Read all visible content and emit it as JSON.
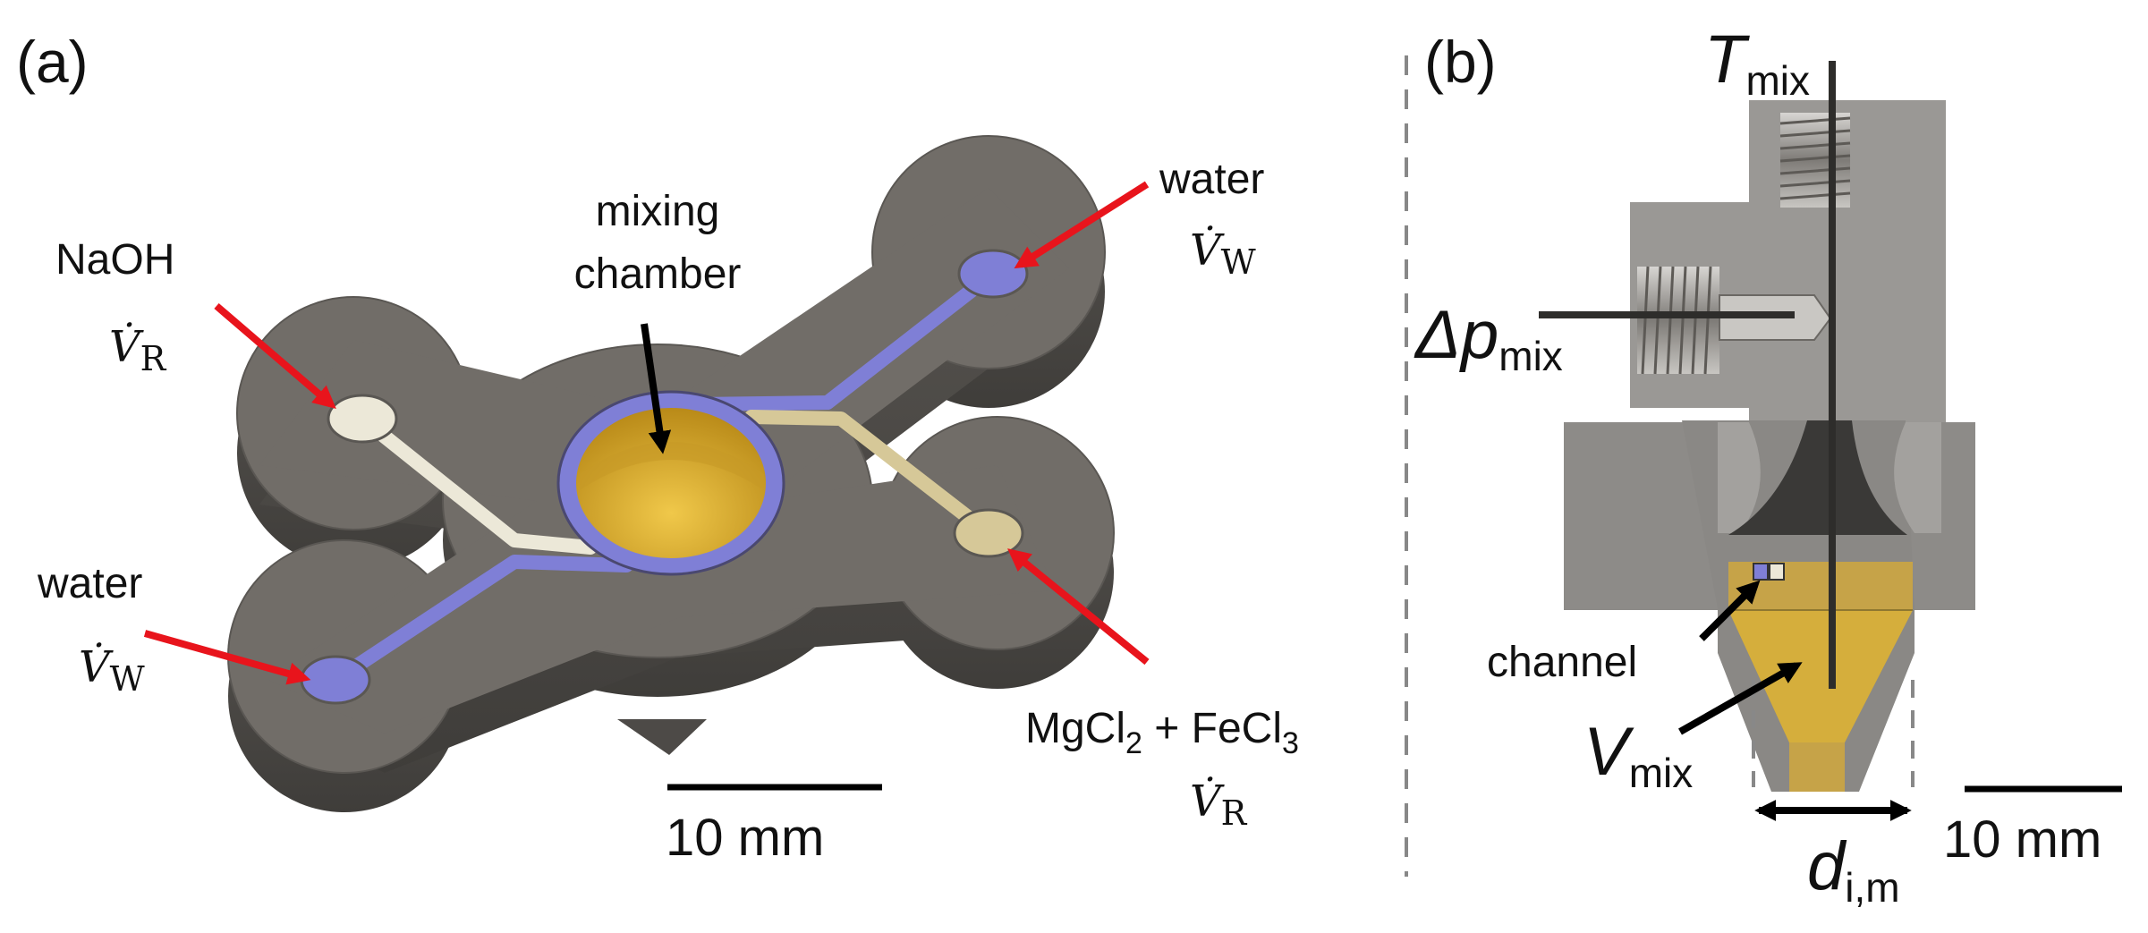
{
  "panel_a": {
    "label": "(a)",
    "labels": {
      "naoh": "NaOH",
      "naoh_flow": "V̇",
      "naoh_flow_sub": "R",
      "water_left": "water",
      "water_left_flow": "V̇",
      "water_left_flow_sub": "W",
      "water_top": "water",
      "water_top_flow": "V̇",
      "water_top_flow_sub": "W",
      "mixing_chamber_line1": "mixing",
      "mixing_chamber_line2": "chamber",
      "salts_mg": "MgCl",
      "salts_sub1": "2",
      "salts_fe": " + FeCl",
      "salts_sub2": "3",
      "salts_flow": "V̇",
      "salts_flow_sub": "R"
    },
    "scale_bar": "10 mm"
  },
  "panel_b": {
    "label": "(b)",
    "labels": {
      "t_mix": "T",
      "t_mix_sub": "mix",
      "dp_mix": "Δp",
      "dp_mix_sub": "mix",
      "channel": "channel",
      "v_mix": "V",
      "v_mix_sub": "mix",
      "d_im": "d",
      "d_im_sub": "i,m"
    },
    "scale_bar": "10 mm"
  },
  "colors": {
    "body_gray": "#6f6b66",
    "body_dark": "#4a4744",
    "channel_blue": "#7f7fd6",
    "channel_cream": "#ece8d8",
    "channel_tan": "#d6c898",
    "chamber_gold": "#d8aa2e",
    "arrow_red": "#e8141c",
    "arrow_black": "#000000",
    "section_gray": "#9a9895"
  }
}
